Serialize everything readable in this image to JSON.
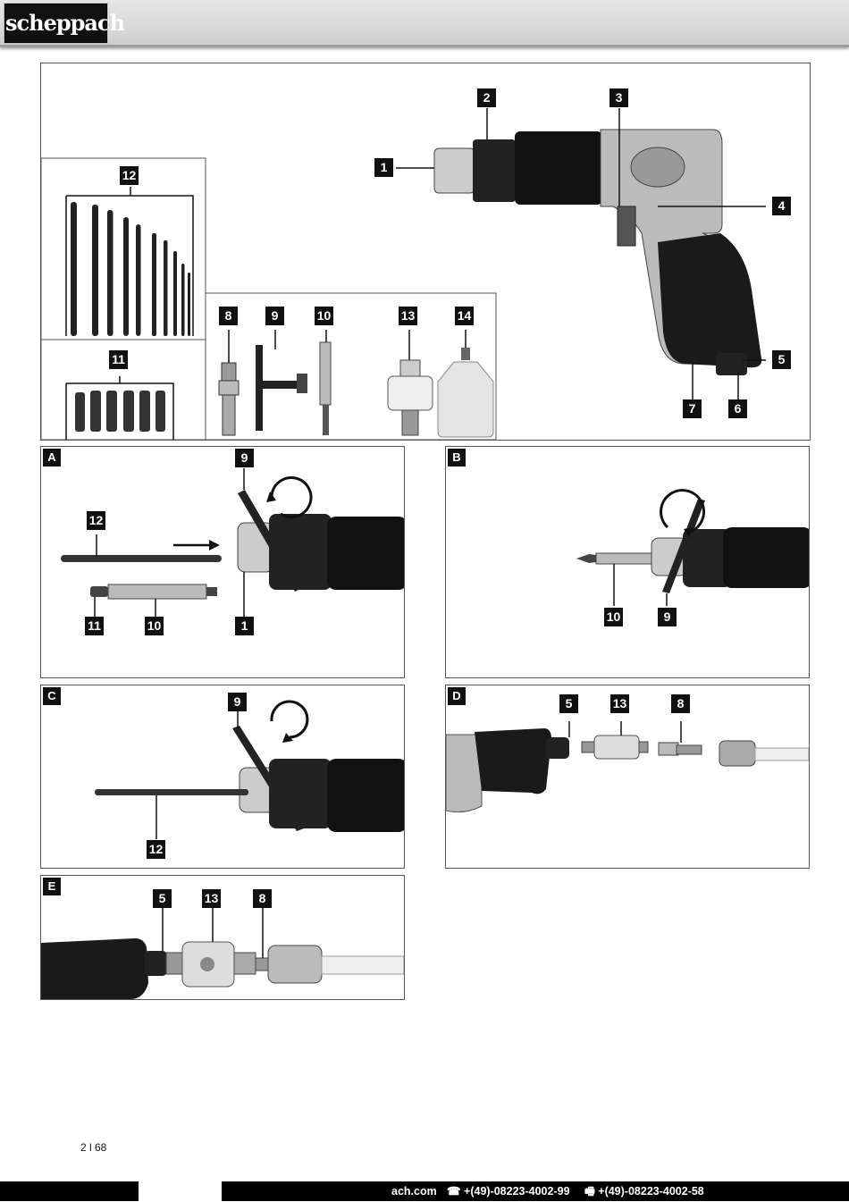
{
  "header": {
    "logo_text": "scheppach"
  },
  "overview": {
    "callouts": [
      "1",
      "2",
      "3",
      "4",
      "5",
      "6",
      "7",
      "8",
      "9",
      "10",
      "11",
      "12",
      "13",
      "14"
    ]
  },
  "panels": {
    "A": {
      "letter": "A",
      "callouts": [
        "9",
        "12",
        "11",
        "10",
        "1"
      ]
    },
    "B": {
      "letter": "B",
      "callouts": [
        "10",
        "9"
      ]
    },
    "C": {
      "letter": "C",
      "callouts": [
        "9",
        "12"
      ]
    },
    "D": {
      "letter": "D",
      "callouts": [
        "5",
        "13",
        "8"
      ]
    },
    "E": {
      "letter": "E",
      "callouts": [
        "5",
        "13",
        "8"
      ]
    }
  },
  "page_number": "2 l 68",
  "footer": {
    "website_fragment": "ach.com",
    "phone": "☎ +(49)-08223-4002-99",
    "fax": "🖷 +(49)-08223-4002-58"
  }
}
